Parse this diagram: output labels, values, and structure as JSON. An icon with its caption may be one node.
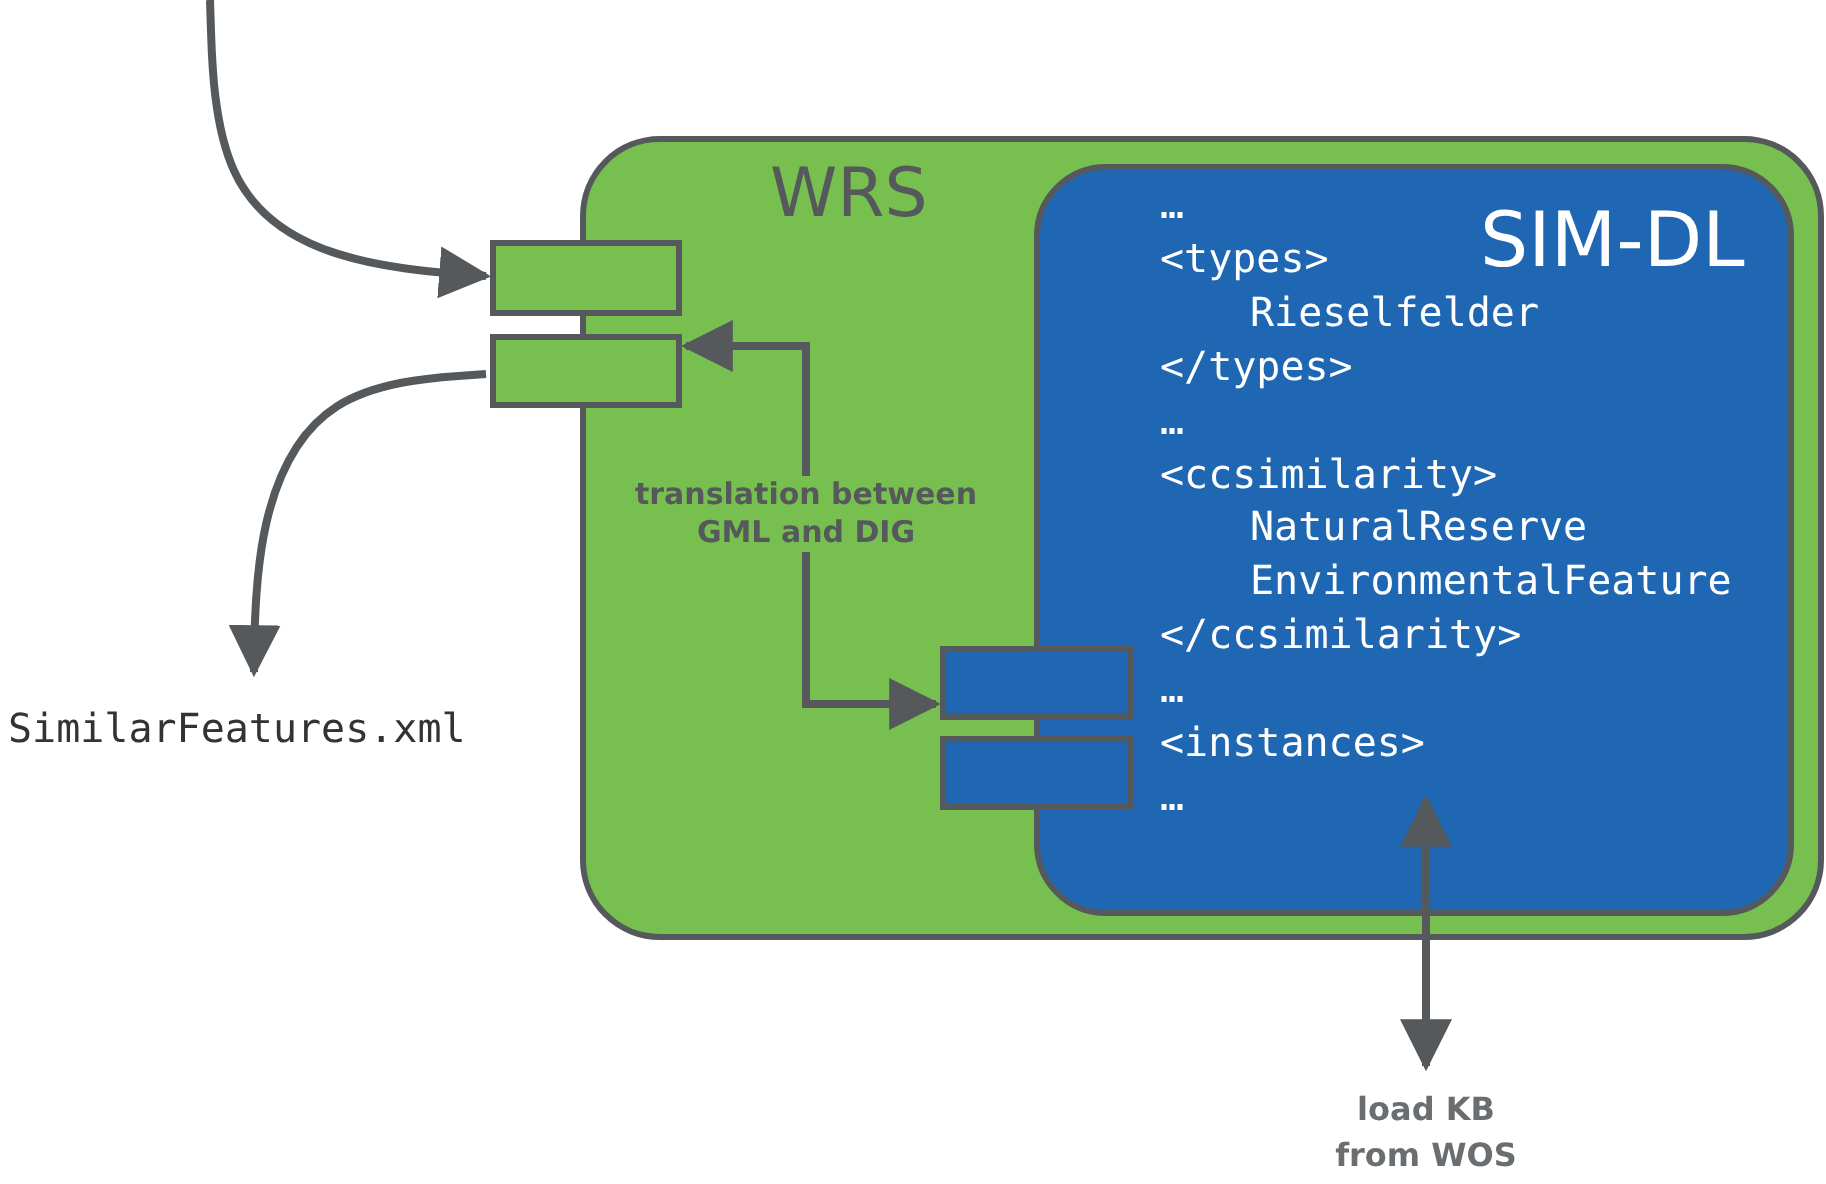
{
  "diagram": {
    "nodes": [
      {
        "text": [
          "WRS"
        ]
      },
      {
        "text": [],
        "shape": "box"
      },
      {
        "text": [],
        "shape": "box"
      },
      {
        "text": [
          "SIM-DL",
          "…",
          "<types>",
          "Rieselfelder",
          "</types>",
          "…",
          "<ccsimilarity>",
          "NaturalReserve",
          "EnvironmentalFeature",
          "</ccsimilarity>",
          "…",
          "<instances>",
          "…"
        ],
        "in": 0
      },
      {
        "text": [],
        "shape": "box",
        "in": 0
      },
      {
        "text": [],
        "shape": "box",
        "in": 0
      },
      {
        "text": [
          "SimilarFeatures.xml"
        ]
      },
      {
        "text": [
          "load KB from WOS"
        ]
      }
    ],
    "edges": [
      {
        "from": null,
        "to": 1,
        "arrow": "to"
      },
      {
        "from": 2,
        "to": 6,
        "arrow": "to"
      },
      {
        "from": 2,
        "to": 4,
        "arrow": "both",
        "label": "translation between GML and DIG"
      },
      {
        "from": 3,
        "to": 7,
        "arrow": "both"
      }
    ]
  }
}
